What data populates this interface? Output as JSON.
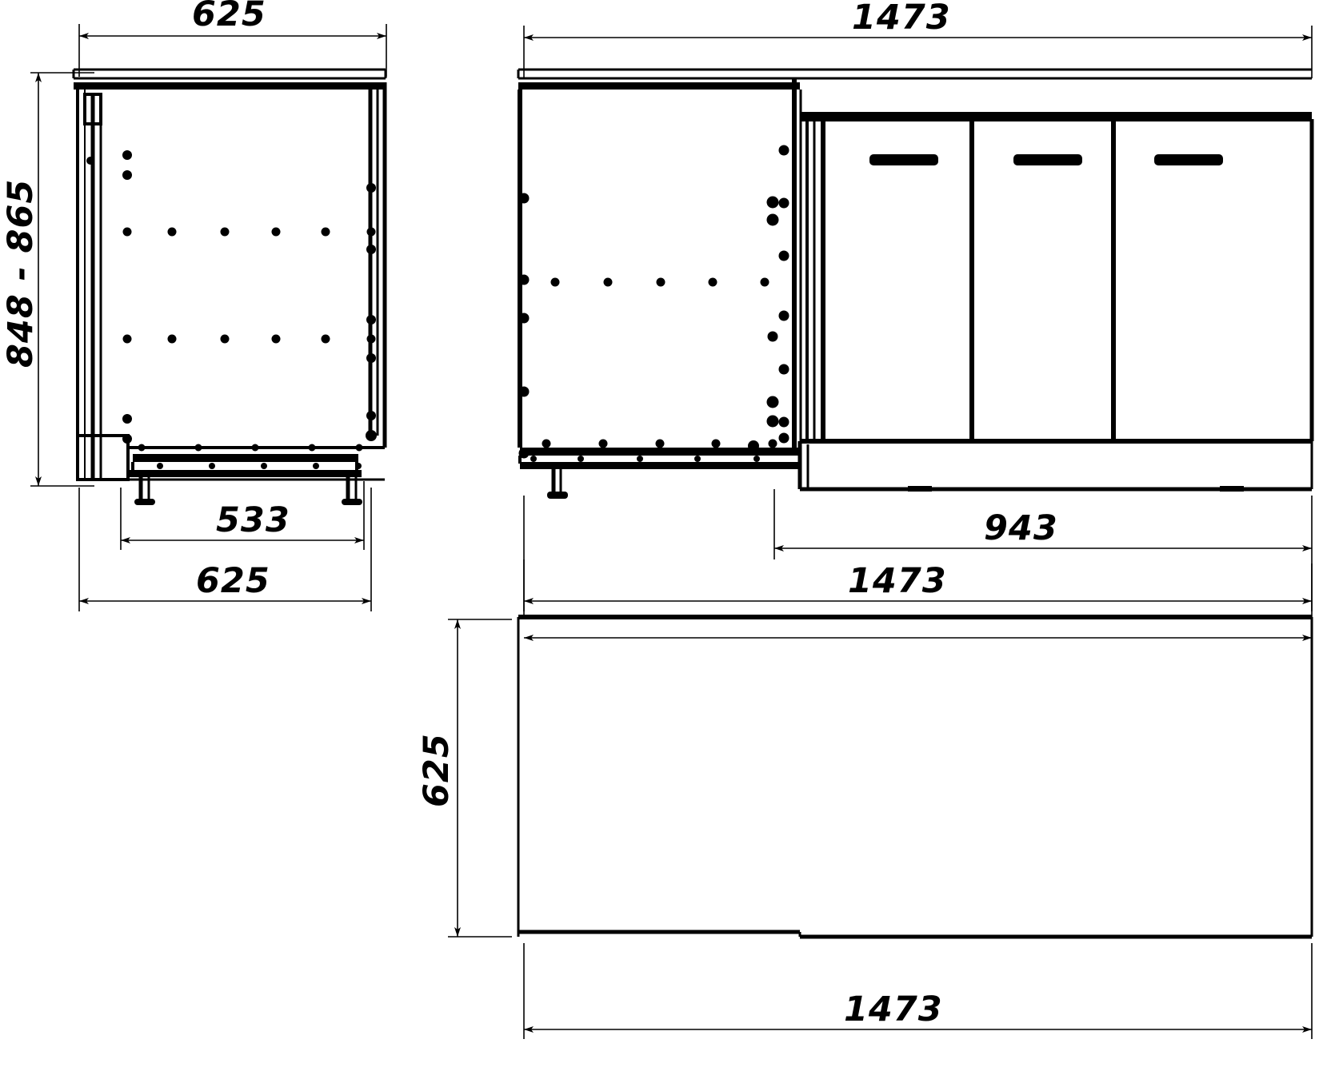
{
  "drawing": {
    "title": "Cabinet technical drawing – three orthographic views",
    "units": "mm",
    "line_color": "#000000",
    "background_color": "#ffffff"
  },
  "views": {
    "side": {
      "name": "side-elevation-view",
      "description": "Left side elevation of cabinet with pull-out shelf"
    },
    "front": {
      "name": "front-elevation-view",
      "description": "Front elevation of cabinet with three hinged doors and handles"
    },
    "plan": {
      "name": "plan-view",
      "description": "Top plan view of cabinet"
    }
  },
  "dimensions": {
    "side_width_top": "625",
    "side_height": "848 - 865",
    "side_inner_width": "533",
    "side_width_bottom": "625",
    "front_width_top": "1473",
    "front_partial_width": "943",
    "front_width_bottom": "1473",
    "plan_depth": "625",
    "plan_width": "1473"
  },
  "doors": [
    {
      "label": "door-left",
      "handle": "handle-bar"
    },
    {
      "label": "door-middle",
      "handle": "handle-bar"
    },
    {
      "label": "door-right",
      "handle": "handle-bar"
    }
  ]
}
